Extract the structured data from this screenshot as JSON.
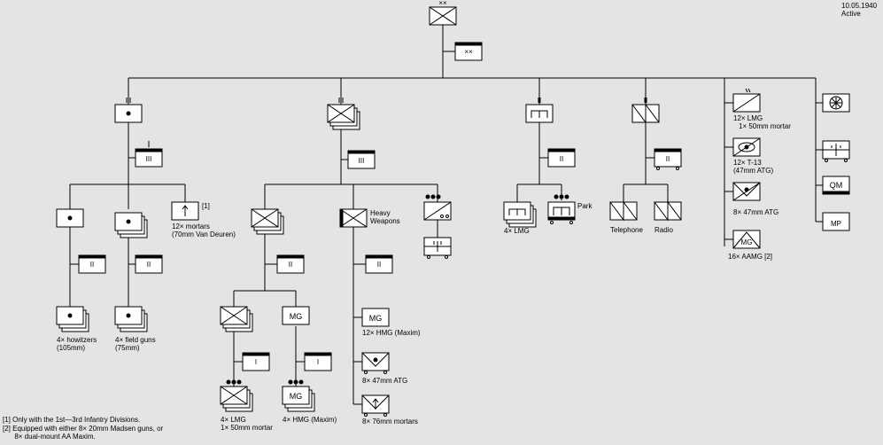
{
  "header": {
    "date": "10.05.1940",
    "status": "Active"
  },
  "colors": {
    "background": "#e4e4e4",
    "line": "#000000",
    "box": "#ffffff"
  },
  "labels": {
    "mortars12": [
      "12× mortars",
      "(70mm Van Deuren)"
    ],
    "note1_ref": "[1]",
    "howitzers": [
      "4× howitzers",
      "(105mm)"
    ],
    "fieldguns": [
      "4× field guns",
      "(75mm)"
    ],
    "heavy_weapons": [
      "Heavy",
      "Weapons"
    ],
    "mg_text": "MG",
    "inf_lmg": [
      "4× LMG",
      "1× 50mm mortar"
    ],
    "inf_hmg": "4× HMG (Maxim)",
    "hmg12": "12× HMG (Maxim)",
    "atg8": "8× 47mm ATG",
    "mortar76": "8× 76mm mortars",
    "eng_lmg": "4× LMG",
    "park": "Park",
    "telephone": "Telephone",
    "radio": "Radio",
    "recon_lmg": [
      "12× LMG",
      "1× 50mm mortar"
    ],
    "t13": [
      "12× T-13",
      "(47mm ATG)"
    ],
    "atg_div": "8× 47mm ATG",
    "aamg": "16× AAMG [2]",
    "qm": "QM",
    "mp": "MP"
  },
  "footnotes": [
    "[1] Only with the 1st—3rd Infantry Divisions.",
    "[2] Equipped with either 8× 20mm Madsen guns, or",
    "      8× dual-mount AA Maxim."
  ]
}
